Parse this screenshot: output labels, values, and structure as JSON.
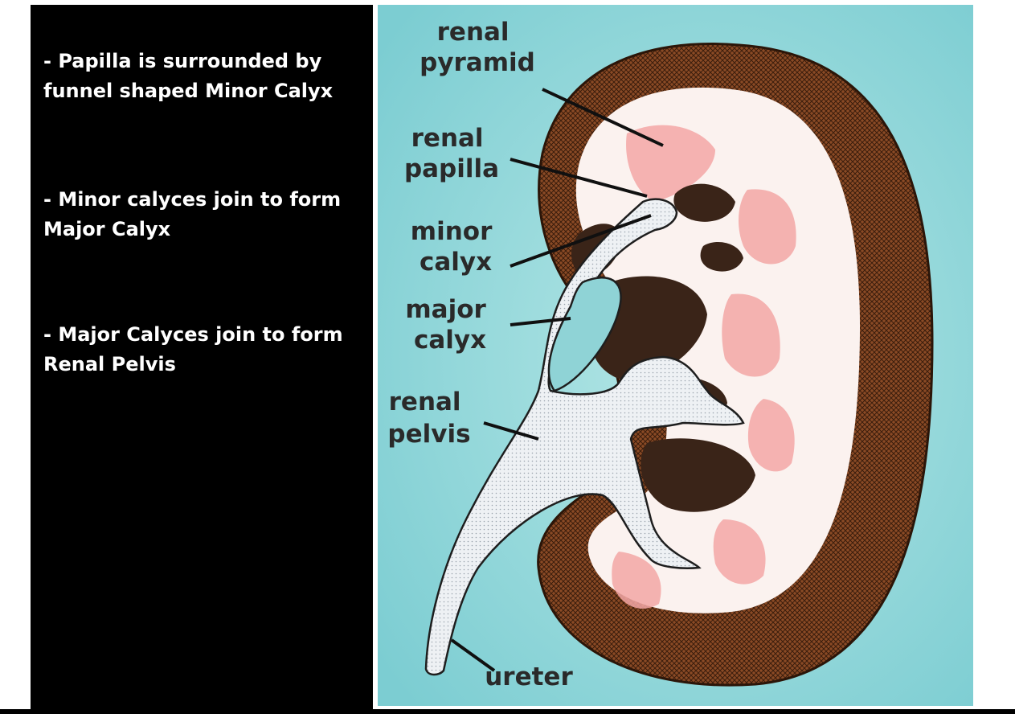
{
  "notes": [
    "- Papilla is surrounded by funnel shaped Minor Calyx",
    "-  Minor calyces join to form Major Calyx",
    "-  Major Calyces join to form Renal Pelvis"
  ],
  "labels": {
    "renal_pyramid": [
      "renal",
      "pyramid"
    ],
    "renal_papilla": [
      "renal",
      "papilla"
    ],
    "minor_calyx": [
      "minor",
      "calyx"
    ],
    "major_calyx": [
      "major",
      "calyx"
    ],
    "renal_pelvis": [
      "renal",
      "pelvis"
    ],
    "ureter": "ureter"
  },
  "colors": {
    "panel_background": "#000000",
    "diagram_background": "#8fd3d6",
    "cortex_outer": "#6b3a1f",
    "medulla_inner": "#fbf2ef",
    "pyramid_tint": "#f3a7a6",
    "sinus_dark": "#3a2418",
    "collecting_system": "#eef1f4"
  }
}
